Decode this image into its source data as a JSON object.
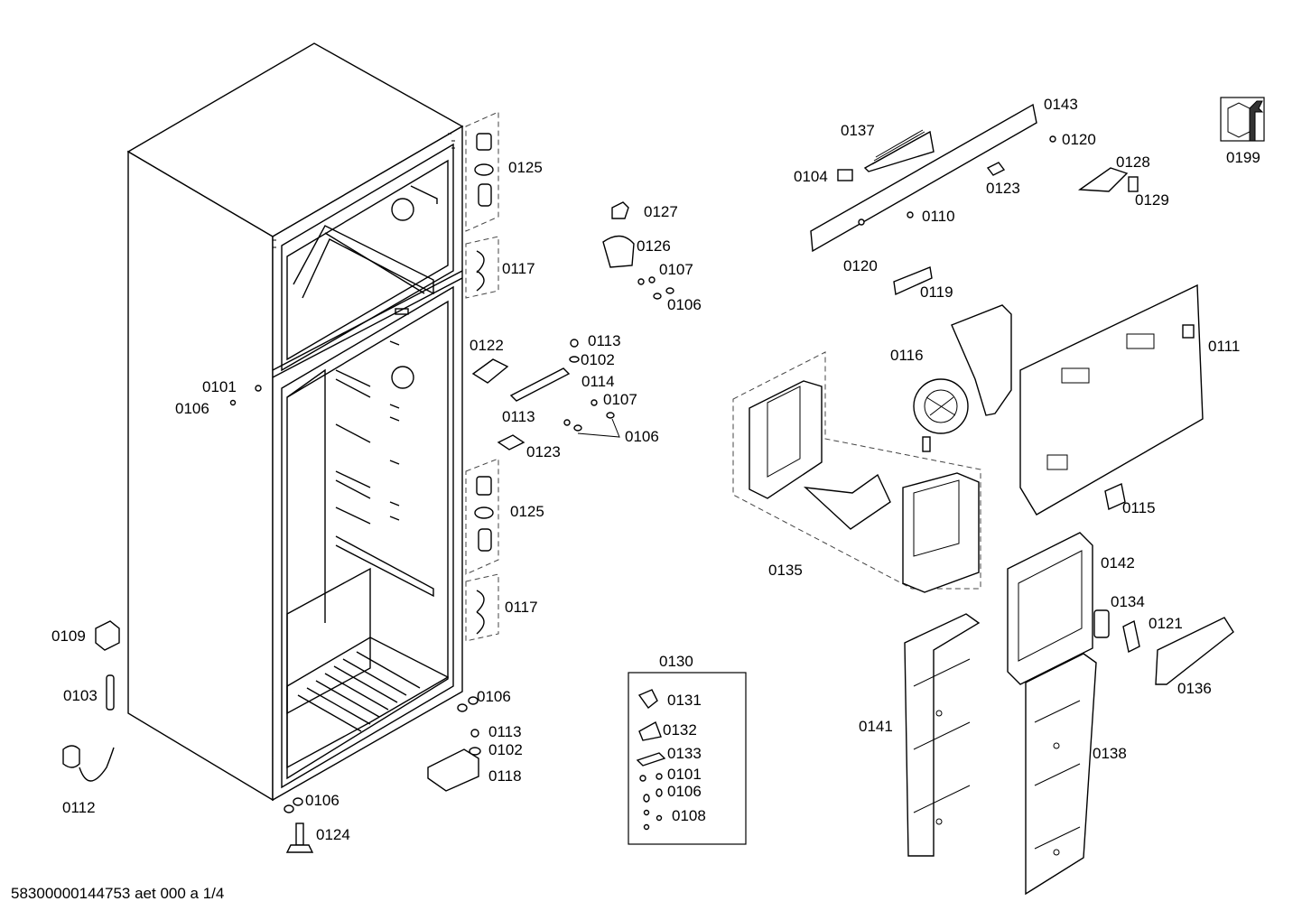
{
  "parts": [
    {
      "id": "p0125a",
      "label": "0125"
    },
    {
      "id": "p0117a",
      "label": "0117"
    },
    {
      "id": "p0127",
      "label": "0127"
    },
    {
      "id": "p0126",
      "label": "0126"
    },
    {
      "id": "p0107a",
      "label": "0107"
    },
    {
      "id": "p0106a",
      "label": "0106"
    },
    {
      "id": "p0122",
      "label": "0122"
    },
    {
      "id": "p0113a",
      "label": "0113"
    },
    {
      "id": "p0102a",
      "label": "0102"
    },
    {
      "id": "p0114",
      "label": "0114"
    },
    {
      "id": "p0113b",
      "label": "0113"
    },
    {
      "id": "p0107b",
      "label": "0107"
    },
    {
      "id": "p0106b",
      "label": "0106"
    },
    {
      "id": "p0123a",
      "label": "0123"
    },
    {
      "id": "p0125b",
      "label": "0125"
    },
    {
      "id": "p0117b",
      "label": "0117"
    },
    {
      "id": "p0101a",
      "label": "0101"
    },
    {
      "id": "p0106c",
      "label": "0106"
    },
    {
      "id": "p0109",
      "label": "0109"
    },
    {
      "id": "p0103",
      "label": "0103"
    },
    {
      "id": "p0112",
      "label": "0112"
    },
    {
      "id": "p0106d",
      "label": "0106"
    },
    {
      "id": "p0113c",
      "label": "0113"
    },
    {
      "id": "p0102b",
      "label": "0102"
    },
    {
      "id": "p0118",
      "label": "0118"
    },
    {
      "id": "p0106e",
      "label": "0106"
    },
    {
      "id": "p0124",
      "label": "0124"
    },
    {
      "id": "p0130",
      "label": "0130"
    },
    {
      "id": "p0131",
      "label": "0131"
    },
    {
      "id": "p0132",
      "label": "0132"
    },
    {
      "id": "p0133",
      "label": "0133"
    },
    {
      "id": "p0101b",
      "label": "0101"
    },
    {
      "id": "p0106f",
      "label": "0106"
    },
    {
      "id": "p0108",
      "label": "0108"
    },
    {
      "id": "p0137",
      "label": "0137"
    },
    {
      "id": "p0143",
      "label": "0143"
    },
    {
      "id": "p0120a",
      "label": "0120"
    },
    {
      "id": "p0104",
      "label": "0104"
    },
    {
      "id": "p0123b",
      "label": "0123"
    },
    {
      "id": "p0110",
      "label": "0110"
    },
    {
      "id": "p0120b",
      "label": "0120"
    },
    {
      "id": "p0119",
      "label": "0119"
    },
    {
      "id": "p0128",
      "label": "0128"
    },
    {
      "id": "p0129",
      "label": "0129"
    },
    {
      "id": "p0199",
      "label": "0199"
    },
    {
      "id": "p0116",
      "label": "0116"
    },
    {
      "id": "p0111",
      "label": "0111"
    },
    {
      "id": "p0115",
      "label": "0115"
    },
    {
      "id": "p0135",
      "label": "0135"
    },
    {
      "id": "p0142",
      "label": "0142"
    },
    {
      "id": "p0134",
      "label": "0134"
    },
    {
      "id": "p0121",
      "label": "0121"
    },
    {
      "id": "p0136",
      "label": "0136"
    },
    {
      "id": "p0141",
      "label": "0141"
    },
    {
      "id": "p0138",
      "label": "0138"
    }
  ],
  "footer": {
    "text": "58300000144753 aet 000 a 1/4"
  }
}
